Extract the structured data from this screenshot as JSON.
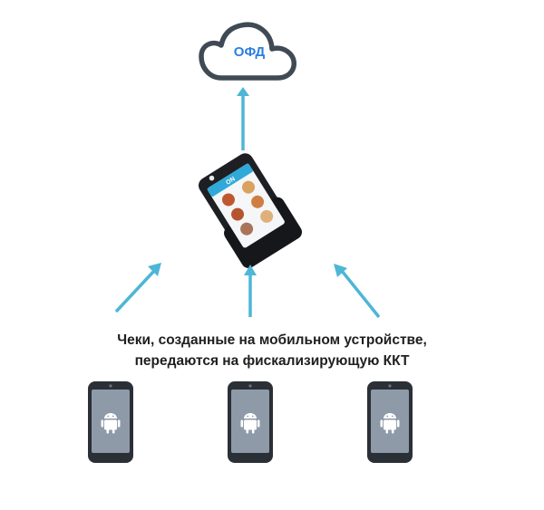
{
  "cloud": {
    "label": "ОФД",
    "stroke_color": "#3f4a55",
    "label_color": "#2a7fe0"
  },
  "arrow_color": "#4eb6d6",
  "terminal": {
    "screen_header_color": "#2fa9d8",
    "screen_text": "ON"
  },
  "caption": {
    "line1": "Чеки, созданные на мобильном устройстве,",
    "line2": "передаются на фискализирующую ККТ"
  },
  "phones": [
    {
      "icon": "android-icon"
    },
    {
      "icon": "android-icon"
    },
    {
      "icon": "android-icon"
    }
  ],
  "phone_colors": {
    "body": "#2b2f36",
    "screen": "#8e9aa8",
    "icon": "#ffffff"
  }
}
